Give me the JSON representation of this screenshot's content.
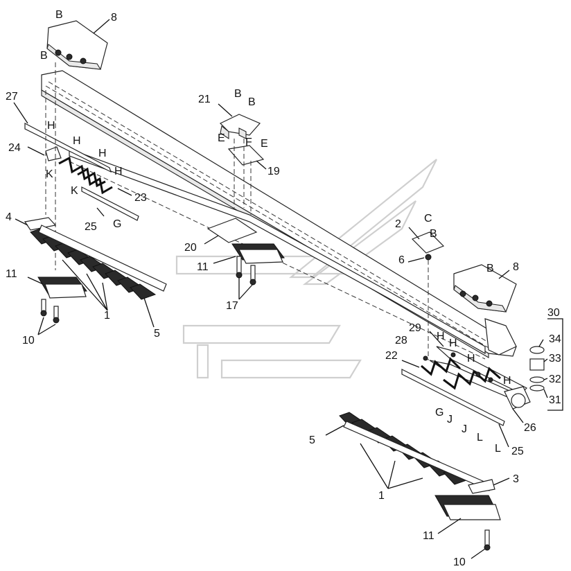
{
  "callouts": [
    {
      "id": "b-top-left",
      "text": "B"
    },
    {
      "id": "p8-top",
      "text": "8"
    },
    {
      "id": "b-second-left",
      "text": "B"
    },
    {
      "id": "p27",
      "text": "27"
    },
    {
      "id": "h-1",
      "text": "H"
    },
    {
      "id": "p24",
      "text": "24"
    },
    {
      "id": "h-2",
      "text": "H"
    },
    {
      "id": "h-3",
      "text": "H"
    },
    {
      "id": "k-1",
      "text": "K"
    },
    {
      "id": "h-4",
      "text": "H"
    },
    {
      "id": "k-2",
      "text": "K"
    },
    {
      "id": "p23",
      "text": "23"
    },
    {
      "id": "p25-left",
      "text": "25"
    },
    {
      "id": "g-left",
      "text": "G"
    },
    {
      "id": "p4",
      "text": "4"
    },
    {
      "id": "p21",
      "text": "21"
    },
    {
      "id": "b-21a",
      "text": "B"
    },
    {
      "id": "b-21b",
      "text": "B"
    },
    {
      "id": "e-1",
      "text": "E"
    },
    {
      "id": "f-1",
      "text": "F"
    },
    {
      "id": "e-2",
      "text": "E"
    },
    {
      "id": "p19",
      "text": "19"
    },
    {
      "id": "p20",
      "text": "20"
    },
    {
      "id": "p11-center",
      "text": "11"
    },
    {
      "id": "p17",
      "text": "17"
    },
    {
      "id": "p11-left",
      "text": "11"
    },
    {
      "id": "p1-left",
      "text": "1"
    },
    {
      "id": "p5-left",
      "text": "5"
    },
    {
      "id": "p10-left",
      "text": "10"
    },
    {
      "id": "p2",
      "text": "2"
    },
    {
      "id": "c-1",
      "text": "C"
    },
    {
      "id": "b-2",
      "text": "B"
    },
    {
      "id": "p6",
      "text": "6"
    },
    {
      "id": "b-8r",
      "text": "B"
    },
    {
      "id": "p8-right",
      "text": "8"
    },
    {
      "id": "p30",
      "text": "30"
    },
    {
      "id": "p34",
      "text": "34"
    },
    {
      "id": "p33",
      "text": "33"
    },
    {
      "id": "p32",
      "text": "32"
    },
    {
      "id": "p31",
      "text": "31"
    },
    {
      "id": "p29",
      "text": "29"
    },
    {
      "id": "h-5",
      "text": "H"
    },
    {
      "id": "h-6",
      "text": "H"
    },
    {
      "id": "p28",
      "text": "28"
    },
    {
      "id": "p22",
      "text": "22"
    },
    {
      "id": "h-7",
      "text": "H"
    },
    {
      "id": "h-8",
      "text": "H"
    },
    {
      "id": "g-right",
      "text": "G"
    },
    {
      "id": "j-1",
      "text": "J"
    },
    {
      "id": "j-2",
      "text": "J"
    },
    {
      "id": "p26",
      "text": "26"
    },
    {
      "id": "l-1",
      "text": "L"
    },
    {
      "id": "l-2",
      "text": "L"
    },
    {
      "id": "p25-right",
      "text": "25"
    },
    {
      "id": "p5-right",
      "text": "5"
    },
    {
      "id": "p3",
      "text": "3"
    },
    {
      "id": "p1-right",
      "text": "1"
    },
    {
      "id": "p11-right",
      "text": "11"
    },
    {
      "id": "p10-right",
      "text": "10"
    }
  ]
}
